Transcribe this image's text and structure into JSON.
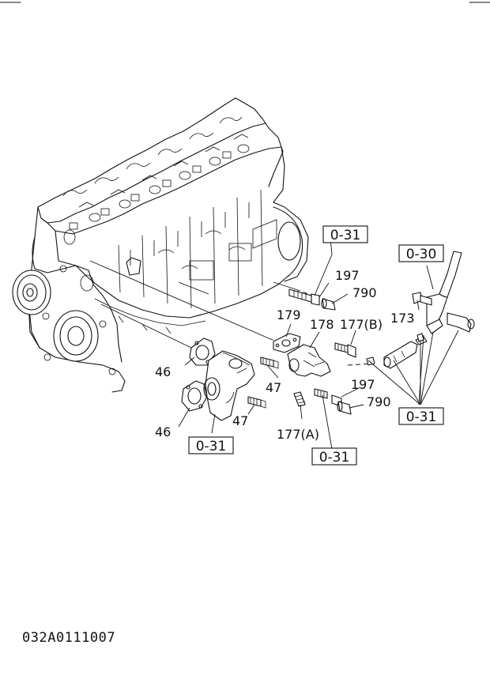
{
  "diagram_code": "032A0111007",
  "callouts": {
    "p46_upper": "46",
    "p46_lower": "46",
    "p47_upper": "47",
    "p47_lower": "47",
    "p179": "179",
    "p178": "178",
    "p177b": "177(B)",
    "p177a": "177(A)",
    "p197_upper": "197",
    "p197_lower": "197",
    "p790_upper": "790",
    "p790_lower": "790",
    "p173": "173"
  },
  "reference_boxes": {
    "ref_top": "0-31",
    "ref_hose": "0-30",
    "ref_right": "0-31",
    "ref_left_bottom": "0-31",
    "ref_center_bottom": "0-31"
  }
}
